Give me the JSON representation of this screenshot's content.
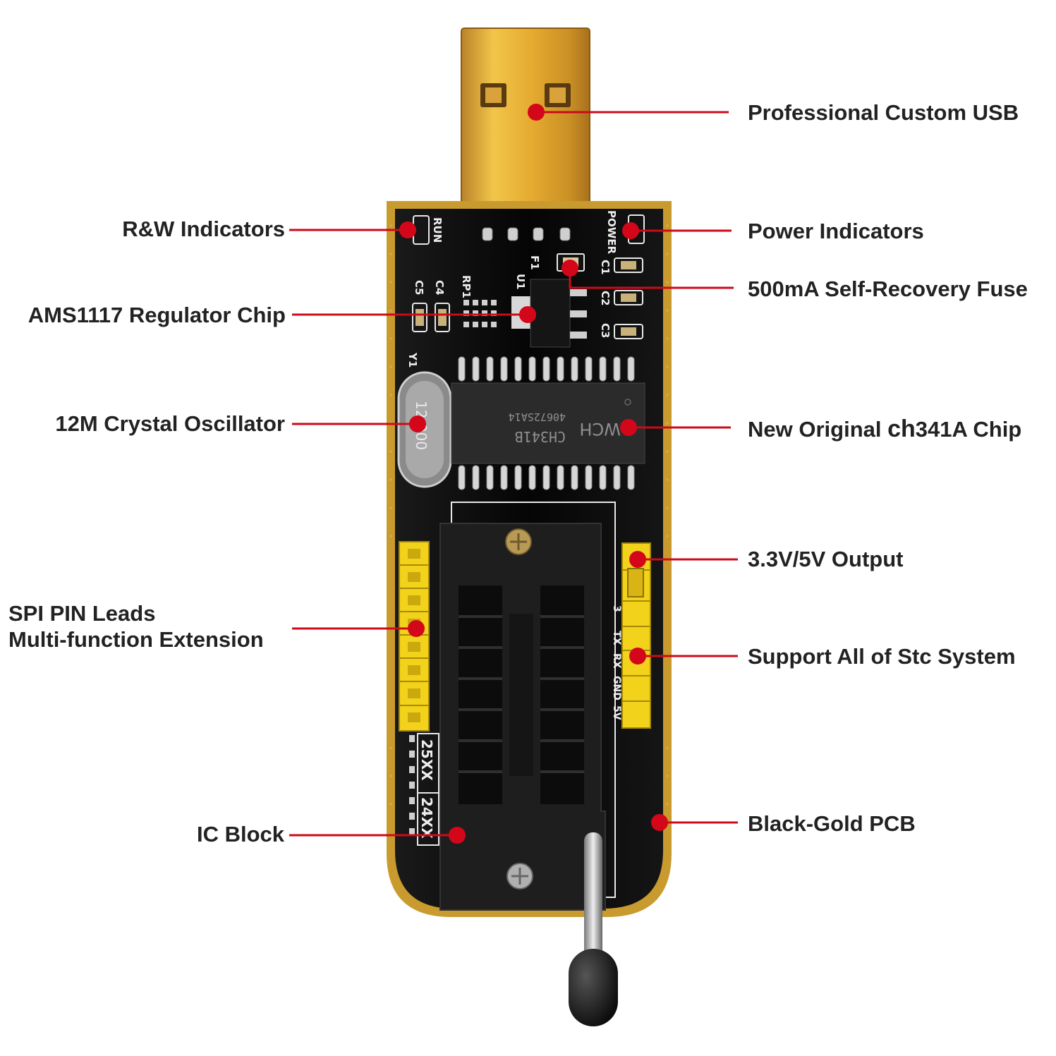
{
  "colors": {
    "accent": "#d4061a",
    "pcb": "#0b0b0b",
    "gold": "#c99a2e",
    "usb_gold": "#e0a92c",
    "header_yellow": "#f2d21a",
    "text": "#222222"
  },
  "board": {
    "silkscreen": {
      "run": "RUN",
      "power": "POWER",
      "f1": "F1",
      "u1": "U1",
      "rp1": "RP1",
      "c1": "C1",
      "c2": "C2",
      "c3": "C3",
      "c4": "C4",
      "c5": "C5",
      "y1": "Y1",
      "crystal": "12.000",
      "chip_line1": "CH341B",
      "chip_line2": "40672SA14",
      "chip_logo": "WCH",
      "pin_3": "3",
      "pin_tx": "TX",
      "pin_rx": "RX",
      "pin_gnd": "GND",
      "pin_5v": "5V",
      "eeprom_25": "25XX",
      "eeprom_24": "24XX"
    }
  },
  "callouts": {
    "usb": "Professional Custom USB",
    "rw": "R&W Indicators",
    "power": "Power Indicators",
    "fuse": "500mA Self-Recovery Fuse",
    "regulator": "AMS1117 Regulator Chip",
    "crystal": "12M Crystal Oscillator",
    "chip_prefix": "New Original ",
    "chip_brand": "ch",
    "chip_suffix": "341A Chip",
    "output": "3.3V/5V Output",
    "spi_line1": "SPI PIN Leads",
    "spi_line2": "Multi-function Extension",
    "stc": "Support All of Stc System",
    "ic_block": "IC Block",
    "pcb": "Black-Gold PCB"
  }
}
